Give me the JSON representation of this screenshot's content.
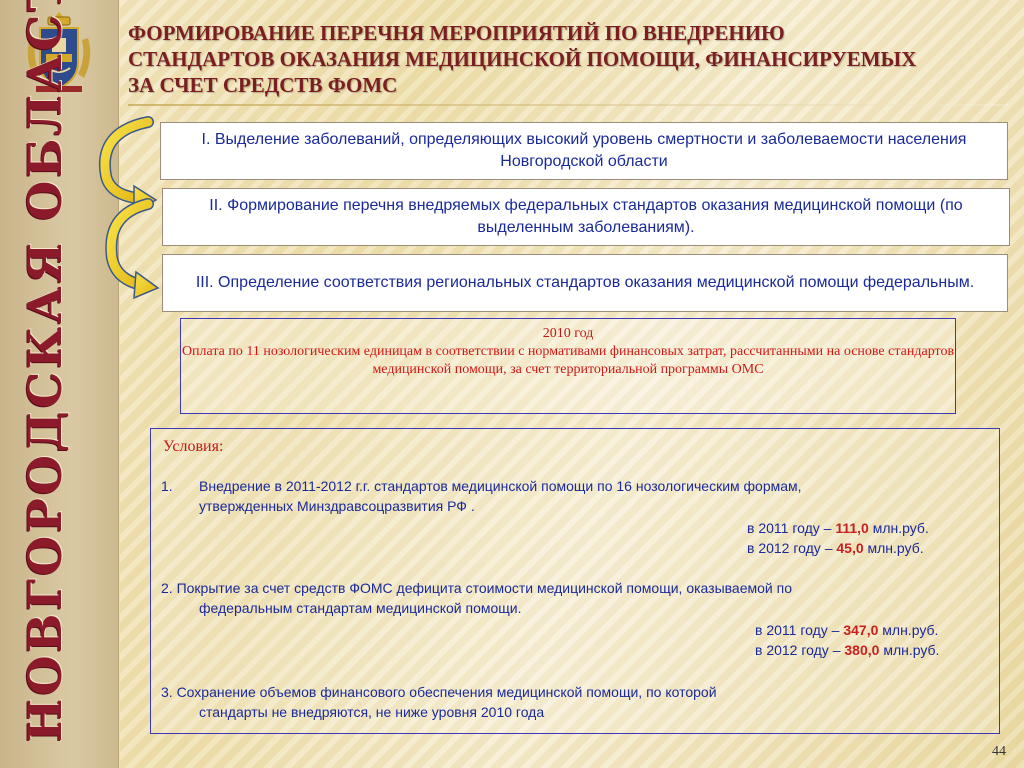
{
  "sidebar": {
    "vertical_title": "НОВГОРОДСКАЯ ОБЛАСТЬ",
    "emblem_icon": "coat-of-arms-icon"
  },
  "title": {
    "line1": "ФОРМИРОВАНИЕ ПЕРЕЧНЯ МЕРОПРИЯТИЙ ПО ВНЕДРЕНИЮ",
    "line2": "СТАНДАРТОВ ОКАЗАНИЯ МЕДИЦИНСКОЙ ПОМОЩИ, ФИНАНСИРУЕМЫХ",
    "line3": "ЗА СЧЕТ СРЕДСТВ ФОМС"
  },
  "steps": [
    {
      "text": "I. Выделение заболеваний, определяющих высокий уровень смертности и заболеваемости населения Новгородской области"
    },
    {
      "text": "II. Формирование перечня внедряемых федеральных стандартов оказания медицинской помощи (по выделенным заболеваниям)."
    },
    {
      "text": "III. Определение соответствия региональных стандартов оказания медицинской помощи федеральным."
    }
  ],
  "year_box": {
    "year": "2010 год",
    "text": "Оплата по 11 нозологическим единицам в соответствии с нормативами финансовых затрат, рассчитанными на основе стандартов медицинской помощи, за счет территориальной программы ОМС"
  },
  "conditions": {
    "title": "Условия:",
    "item1_num": "1.",
    "item1_line1": "Внедрение в 2011-2012 г.г. стандартов медицинской помощи по 16 нозологическим формам,",
    "item1_line2": "утвержденных Минздравсоцразвития РФ .",
    "item1_2011_prefix": "в 2011 году –",
    "item1_2011_value": "111,0",
    "item1_2012_prefix": "в 2012 году –",
    "item1_2012_value": "45,0",
    "unit": "млн.руб.",
    "item2_line1": "2. Покрытие за счет средств ФОМС дефицита стоимости медицинской помощи, оказываемой по",
    "item2_line2": "федеральным стандартам медицинской помощи.",
    "item2_2011_prefix": "в 2011 году –",
    "item2_2011_value": "347,0",
    "item2_2012_prefix": "в 2012 году –",
    "item2_2012_value": "380,0",
    "item3_line1": "3. Сохранение объемов финансового обеспечения  медицинской помощи, по которой",
    "item3_line2": "стандарты не внедряются, не ниже уровня 2010 года"
  },
  "page_number": "44",
  "colors": {
    "title": "#7a1e22",
    "step_text": "#1a2a9a",
    "accent_red": "#c82020",
    "arrow_yellow": "#f2d21a"
  }
}
